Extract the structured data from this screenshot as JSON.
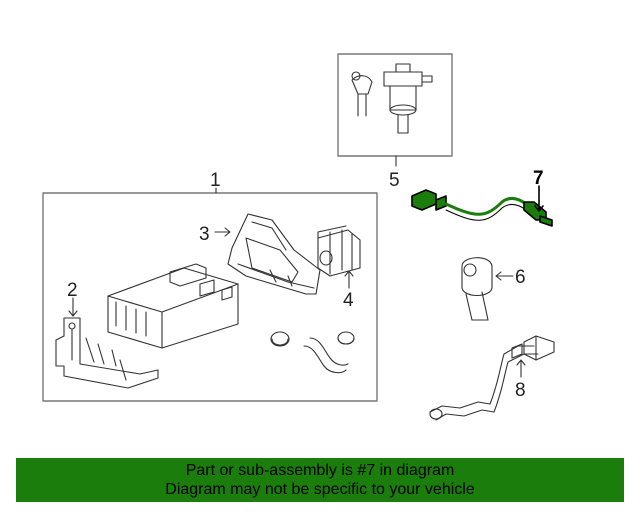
{
  "callouts": {
    "p1": "1",
    "p2": "2",
    "p3": "3",
    "p4": "4",
    "p5": "5",
    "p6": "6",
    "p7": "7",
    "p8": "8"
  },
  "banner": {
    "line1": "Part or sub-assembly is #7 in diagram",
    "line2": "Diagram may not be specific to your vehicle"
  },
  "colors": {
    "banner_bg": "#1a7d0c",
    "highlight": "#1a7d0c"
  }
}
